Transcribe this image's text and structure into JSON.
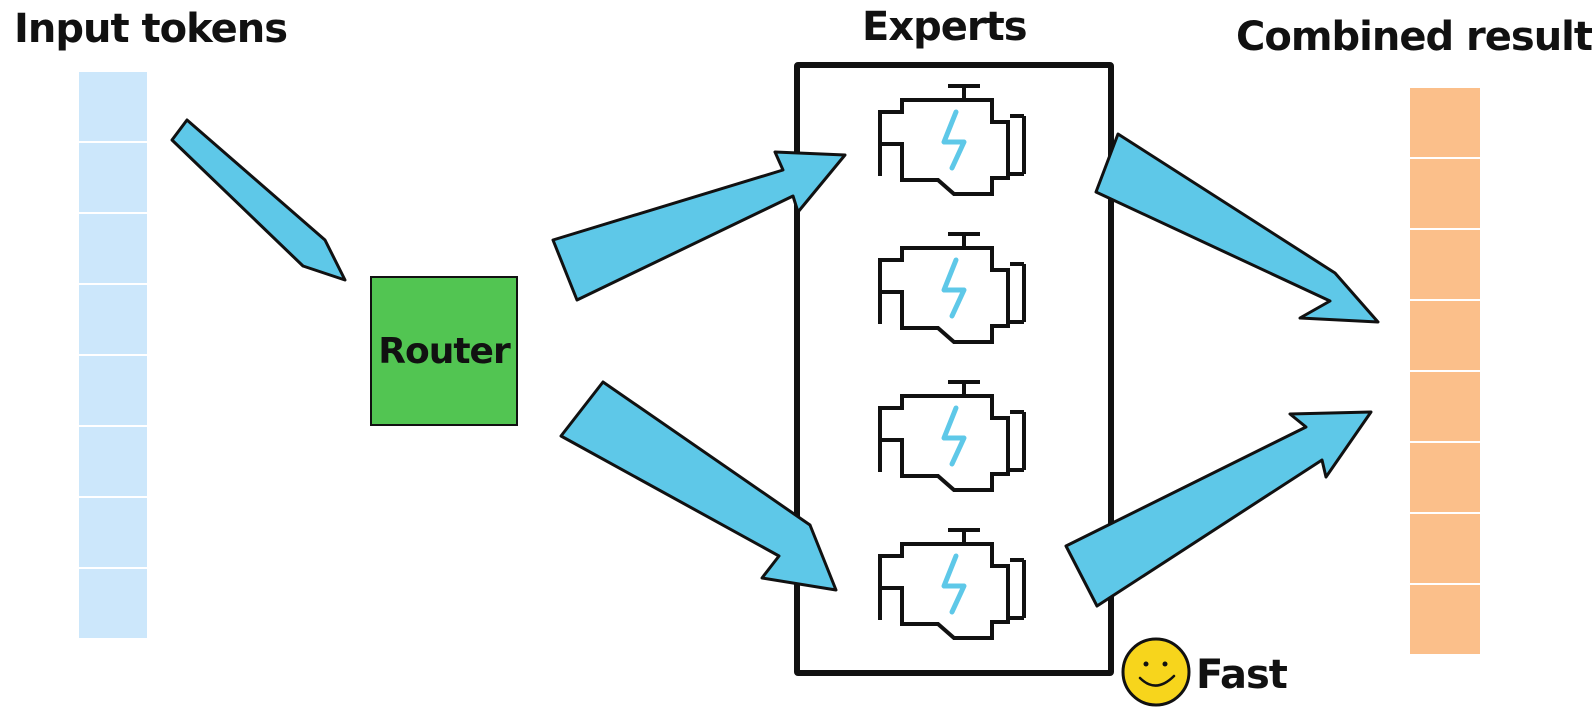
{
  "titles": {
    "input": "Input tokens",
    "experts": "Experts",
    "combined": "Combined results",
    "router": "Router",
    "fast": "Fast"
  },
  "input_tokens": {
    "count": 8,
    "color": "#cce7fb"
  },
  "combined_results": {
    "count": 8,
    "color": "#fbbf8a"
  },
  "router_color": "#52c552",
  "arrow_color": "#5ec8e8",
  "experts": [
    {
      "icon": "engine-icon",
      "active": true
    },
    {
      "icon": "engine-icon",
      "active": false
    },
    {
      "icon": "engine-icon",
      "active": false
    },
    {
      "icon": "engine-icon",
      "active": true
    }
  ],
  "smiley": {
    "icon": "smiley-icon",
    "color": "#f7d51c"
  }
}
